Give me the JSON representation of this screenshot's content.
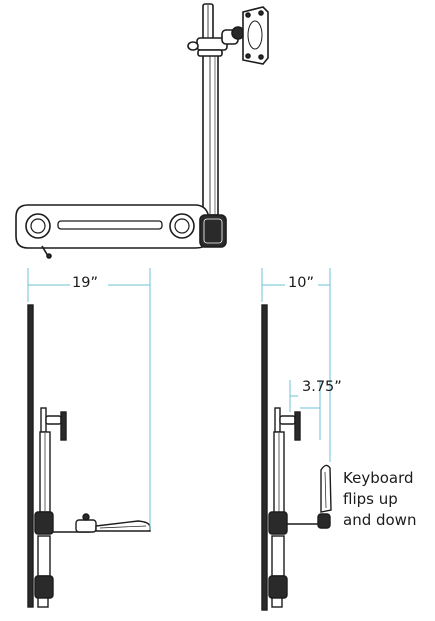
{
  "dimensions": {
    "extended_depth": "19”",
    "folded_depth": "10”",
    "keyboard_offset": "3.75”"
  },
  "note": {
    "line1": "Keyboard",
    "line2": "flips up",
    "line3": "and down"
  },
  "colors": {
    "line": "#1c1c1c",
    "dimension": "#6cc3d6",
    "fill": "#ffffff",
    "dark": "#2a2a2a"
  }
}
